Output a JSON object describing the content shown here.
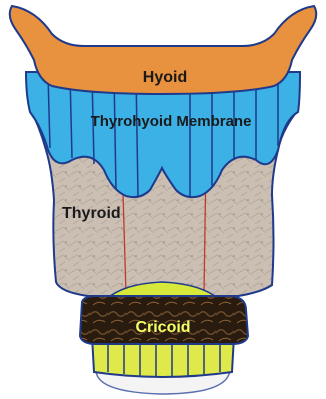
{
  "labels": {
    "hyoid": "Hyoid",
    "thyrohyoid_membrane": "Thyrohyoid Membrane",
    "thyroid": "Thyroid",
    "cricoid": "Cricoid"
  },
  "colors": {
    "hyoid_fill": "#e8913e",
    "membrane_fill": "#3bb1e6",
    "thyroid_fill": "#cbbfb4",
    "cricoid_fill": "#d7e83a",
    "cricoid_band_fill": "#2a1b0f",
    "trachea_fill": "#dfe94a",
    "outline": "#1f3a8a",
    "thyroid_edge_line": "#c0392b",
    "label_hyoid": "#1a1a1a",
    "label_membrane": "#1a1a1a",
    "label_thyroid": "#1a1a1a",
    "label_cricoid": "#f2ff66"
  }
}
